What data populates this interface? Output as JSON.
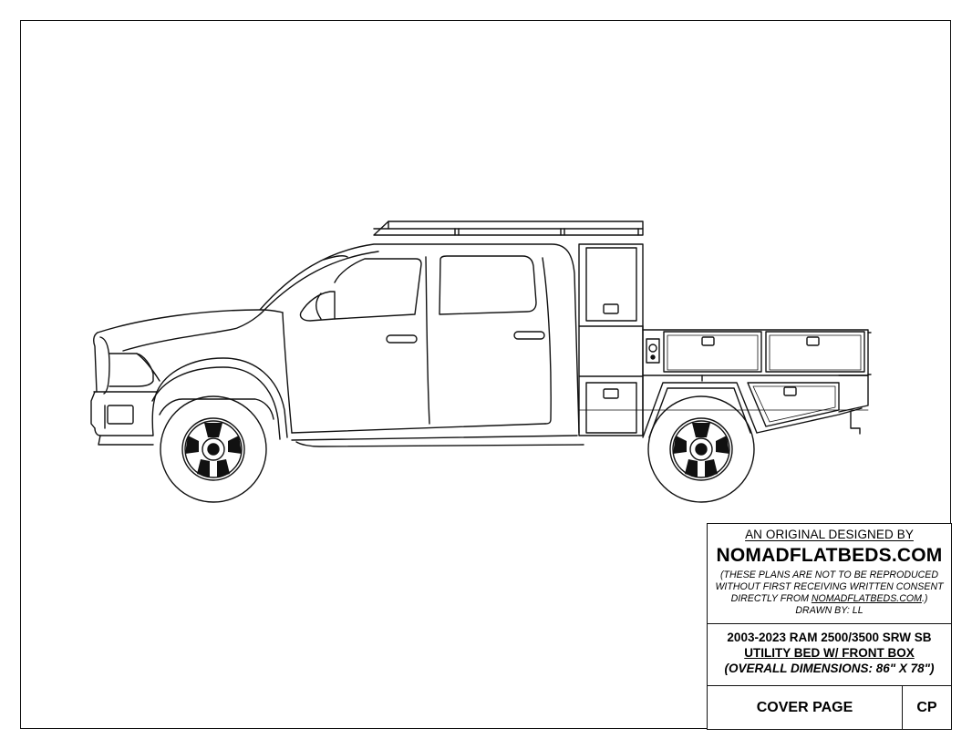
{
  "document": {
    "type": "drawing-plan-sheet",
    "drawing": {
      "subject": "2003-2023 RAM 2500/3500 crew cab pickup with utility flatbed and front box, side elevation",
      "icon": "truck-side-elevation-drawing"
    }
  },
  "title_block": {
    "designed_by_label": "AN ORIGINAL DESIGNED BY",
    "brand": "NOMADFLATBEDS.COM",
    "disclaimer": {
      "line1": "(THESE PLANS ARE NOT TO BE REPRODUCED",
      "line2": "WITHOUT FIRST RECEIVING WRITTEN CONSENT",
      "line3_prefix": "DIRECTLY FROM ",
      "line3_link": "NOMADFLATBEDS.COM",
      "line3_suffix": ".)"
    },
    "drawn_by": "DRAWN BY: LL",
    "product": {
      "model": "2003-2023 RAM 2500/3500 SRW SB",
      "description": "UTILITY BED W/ FRONT BOX",
      "dimensions": "(OVERALL DIMENSIONS: 86\" X 78\")"
    },
    "sheet_name": "COVER PAGE",
    "sheet_code": "CP"
  }
}
